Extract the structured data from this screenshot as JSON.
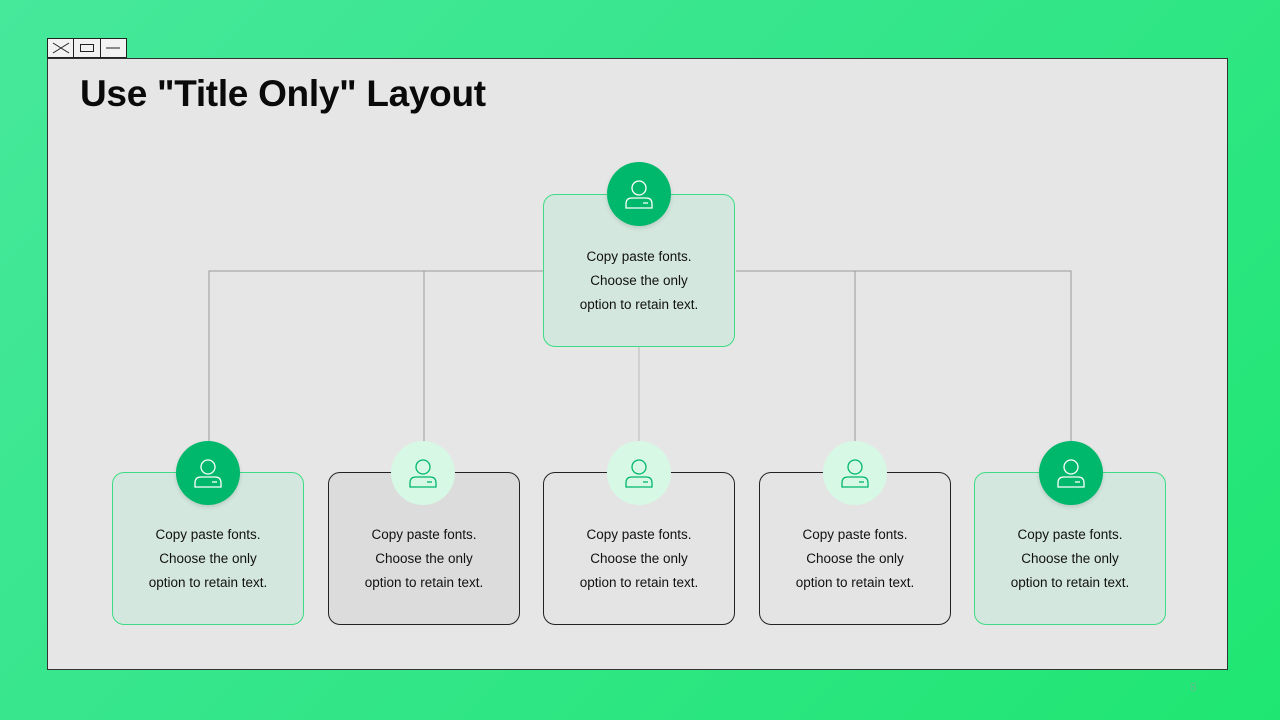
{
  "window": {
    "controls": [
      {
        "name": "close",
        "icon": "close-icon"
      },
      {
        "name": "maximize",
        "icon": "maximize-icon"
      },
      {
        "name": "minimize",
        "icon": "minimize-icon"
      }
    ]
  },
  "slide": {
    "title": "Use \"Title Only\" Layout",
    "page_number": "8"
  },
  "org_chart": {
    "top": {
      "icon": "user-icon",
      "lines": [
        "Copy paste fonts.",
        "Choose the only",
        "option to retain text."
      ]
    },
    "children": [
      {
        "icon": "user-icon",
        "lines": [
          "Copy paste fonts.",
          "Choose the only",
          "option to retain text."
        ]
      },
      {
        "icon": "user-icon",
        "lines": [
          "Copy paste fonts.",
          "Choose the only",
          "option to retain text."
        ]
      },
      {
        "icon": "user-icon",
        "lines": [
          "Copy paste fonts.",
          "Choose the only",
          "option to retain text."
        ]
      },
      {
        "icon": "user-icon",
        "lines": [
          "Copy paste fonts.",
          "Choose the only",
          "option to retain text."
        ]
      },
      {
        "icon": "user-icon",
        "lines": [
          "Copy paste fonts.",
          "Choose the only",
          "option to retain text."
        ]
      }
    ]
  },
  "colors": {
    "accent_green": "#00b86b",
    "light_green": "#d6f8e4",
    "card_border_green": "#3ddc84",
    "background": "#35e68b"
  }
}
